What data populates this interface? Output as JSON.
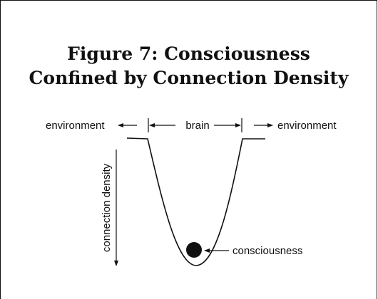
{
  "figure": {
    "title_line1": "Figure 7: Consciousness",
    "title_line2": "Confined by Connection Density"
  },
  "diagram": {
    "labels": {
      "environment_left": "environment",
      "brain": "brain",
      "environment_right": "environment",
      "connection_density": "connection density",
      "consciousness": "consciousness"
    },
    "colors": {
      "ink": "#111111",
      "background": "#ffffff"
    }
  }
}
